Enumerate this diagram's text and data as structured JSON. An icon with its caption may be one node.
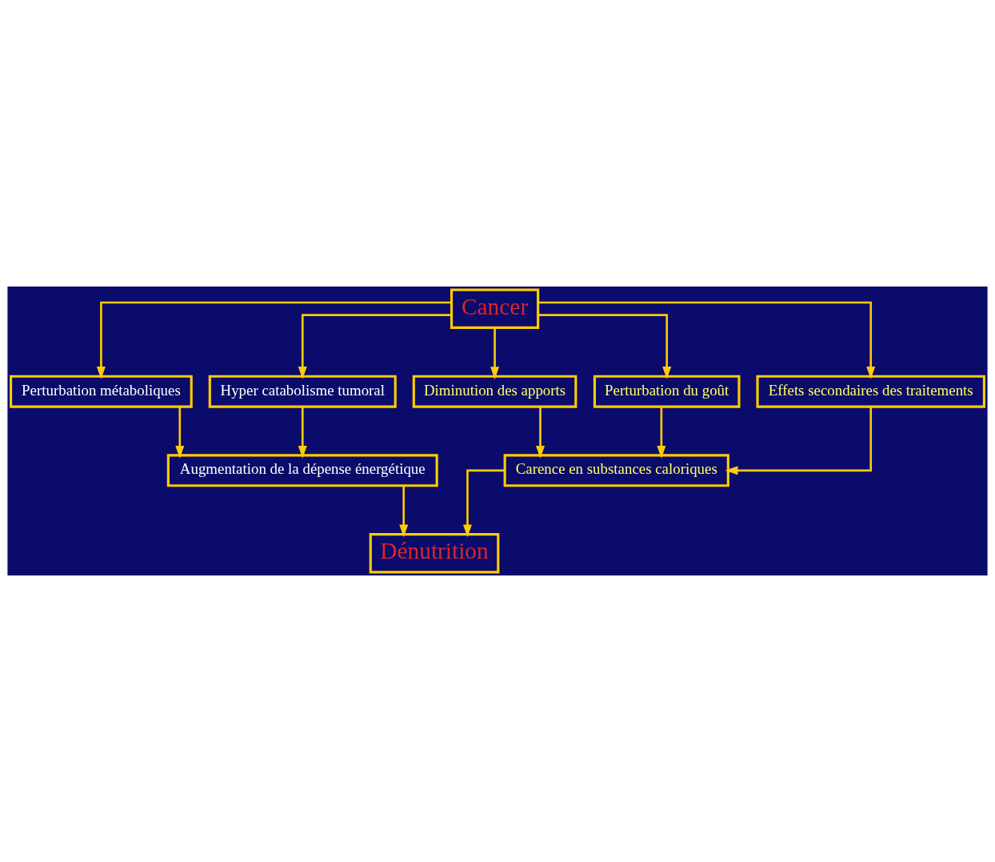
{
  "diagram": {
    "nodes": [
      {
        "text": [
          "Cancer"
        ]
      },
      {
        "text": [
          "Perturbation métaboliques"
        ]
      },
      {
        "text": [
          "Hyper catabolisme tumoral"
        ]
      },
      {
        "text": [
          "Diminution des apports"
        ]
      },
      {
        "text": [
          "Perturbation du goût"
        ]
      },
      {
        "text": [
          "Effets secondaires des traitements"
        ]
      },
      {
        "text": [
          "Augmentation de la dépense énergétique"
        ]
      },
      {
        "text": [
          "Carence en substances caloriques"
        ]
      },
      {
        "text": [
          "Dénutrition"
        ]
      }
    ],
    "edges": [
      {
        "from": 0,
        "to": 1,
        "arrow": "to"
      },
      {
        "from": 0,
        "to": 2,
        "arrow": "to"
      },
      {
        "from": 0,
        "to": 3,
        "arrow": "to"
      },
      {
        "from": 0,
        "to": 4,
        "arrow": "to"
      },
      {
        "from": 0,
        "to": 5,
        "arrow": "to"
      },
      {
        "from": 1,
        "to": 6,
        "arrow": "to"
      },
      {
        "from": 2,
        "to": 6,
        "arrow": "to"
      },
      {
        "from": 3,
        "to": 7,
        "arrow": "to"
      },
      {
        "from": 4,
        "to": 7,
        "arrow": "to"
      },
      {
        "from": 5,
        "to": 7,
        "arrow": "to"
      },
      {
        "from": 6,
        "to": 8,
        "arrow": "to"
      },
      {
        "from": 7,
        "to": 8,
        "arrow": "to"
      }
    ]
  }
}
